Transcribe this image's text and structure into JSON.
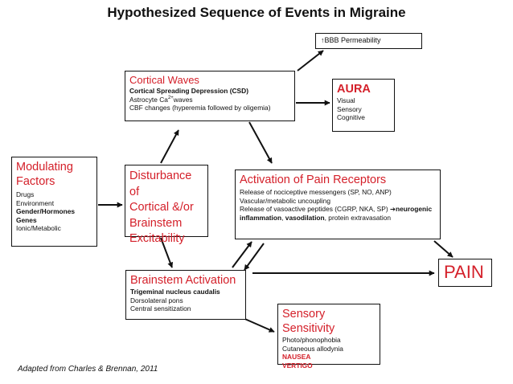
{
  "title": "Hypothesized Sequence of Events in Migraine",
  "footer": "Adapted from Charles & Brennan, 2011",
  "bbb": {
    "arrow_glyph": "↑",
    "text": "BBB Permeability"
  },
  "cortical_waves": {
    "heading": "Cortical Waves",
    "line1": "Cortical Spreading Depression (CSD)",
    "line2_prefix": "Astrocyte Ca",
    "line2_sup": "2+",
    "line2_suffix": "waves",
    "line3": "CBF changes (hyperemia followed by oligemia)"
  },
  "aura": {
    "heading": "AURA",
    "items": [
      "Visual",
      "Sensory",
      "Cognitive"
    ]
  },
  "modulating": {
    "heading_line1": "Modulating",
    "heading_line2": "Factors",
    "items": [
      "Drugs",
      "Environment",
      "Gender/Hormones",
      "Genes",
      "Ionic/Metabolic"
    ]
  },
  "disturbance": {
    "lines": [
      "Disturbance of",
      "Cortical &/or",
      "Brainstem",
      "Excitability"
    ]
  },
  "pain_receptors": {
    "heading": "Activation of Pain Receptors",
    "line1": "Release of nociceptive messengers (SP, NO, ANP)",
    "line2": "Vascular/metabolic uncoupling",
    "line3_main": "Release of vasoactive peptides (CGRP, NKA, SP) ",
    "line3_arrow": "➔",
    "line3_bold": "neurogenic",
    "line4_bold1": "inflammation",
    "line4_sep": ", ",
    "line4_bold2": "vasodilation",
    "line4_rest": ", protein extravasation"
  },
  "pain": {
    "heading": "PAIN"
  },
  "brainstem": {
    "heading": "Brainstem Activation",
    "items": [
      "Trigeminal nucleus caudalis",
      "Dorsolateral pons",
      "Central sensitization"
    ]
  },
  "sensory": {
    "heading": "Sensory Sensitivity",
    "items": [
      "Photo/phonophobia",
      "Cutaneous allodynia",
      "NAUSEA",
      "VERTIGO"
    ]
  }
}
